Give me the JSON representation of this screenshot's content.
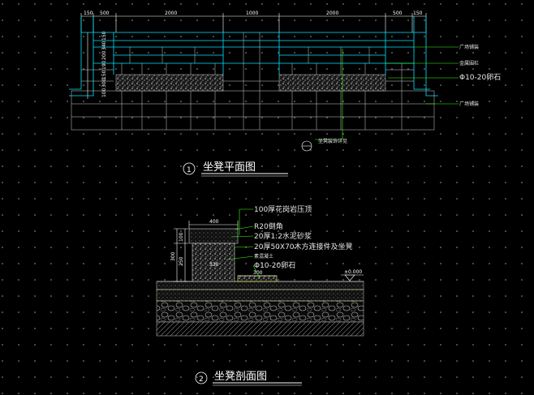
{
  "plan": {
    "title": "坐凳平面图",
    "number": "1",
    "top_dims": [
      "150",
      "500",
      "2000",
      "1000",
      "2000",
      "500",
      "150"
    ],
    "left_dims": [
      "150",
      "340",
      "200",
      "190",
      "150",
      "300",
      "100"
    ],
    "labels": [
      "广场铺装",
      "金属围栏",
      "Φ10-20卵石",
      "广场铺装"
    ],
    "pointer_label": "坐凳装饰详见"
  },
  "section": {
    "title": "坐凳剖面图",
    "number": "2",
    "top_dim": "400",
    "left_dims": [
      "100",
      "250",
      "300"
    ],
    "inner_dim": "330",
    "bottom_dim": "300",
    "elevation": "±0.000",
    "labels": [
      "100厚花岗岩压顶",
      "R20倒角",
      "20厚1:2水泥砂浆",
      "20厚50X70木方连接件及坐凳",
      "素混凝土",
      "Φ10-20卵石"
    ]
  }
}
